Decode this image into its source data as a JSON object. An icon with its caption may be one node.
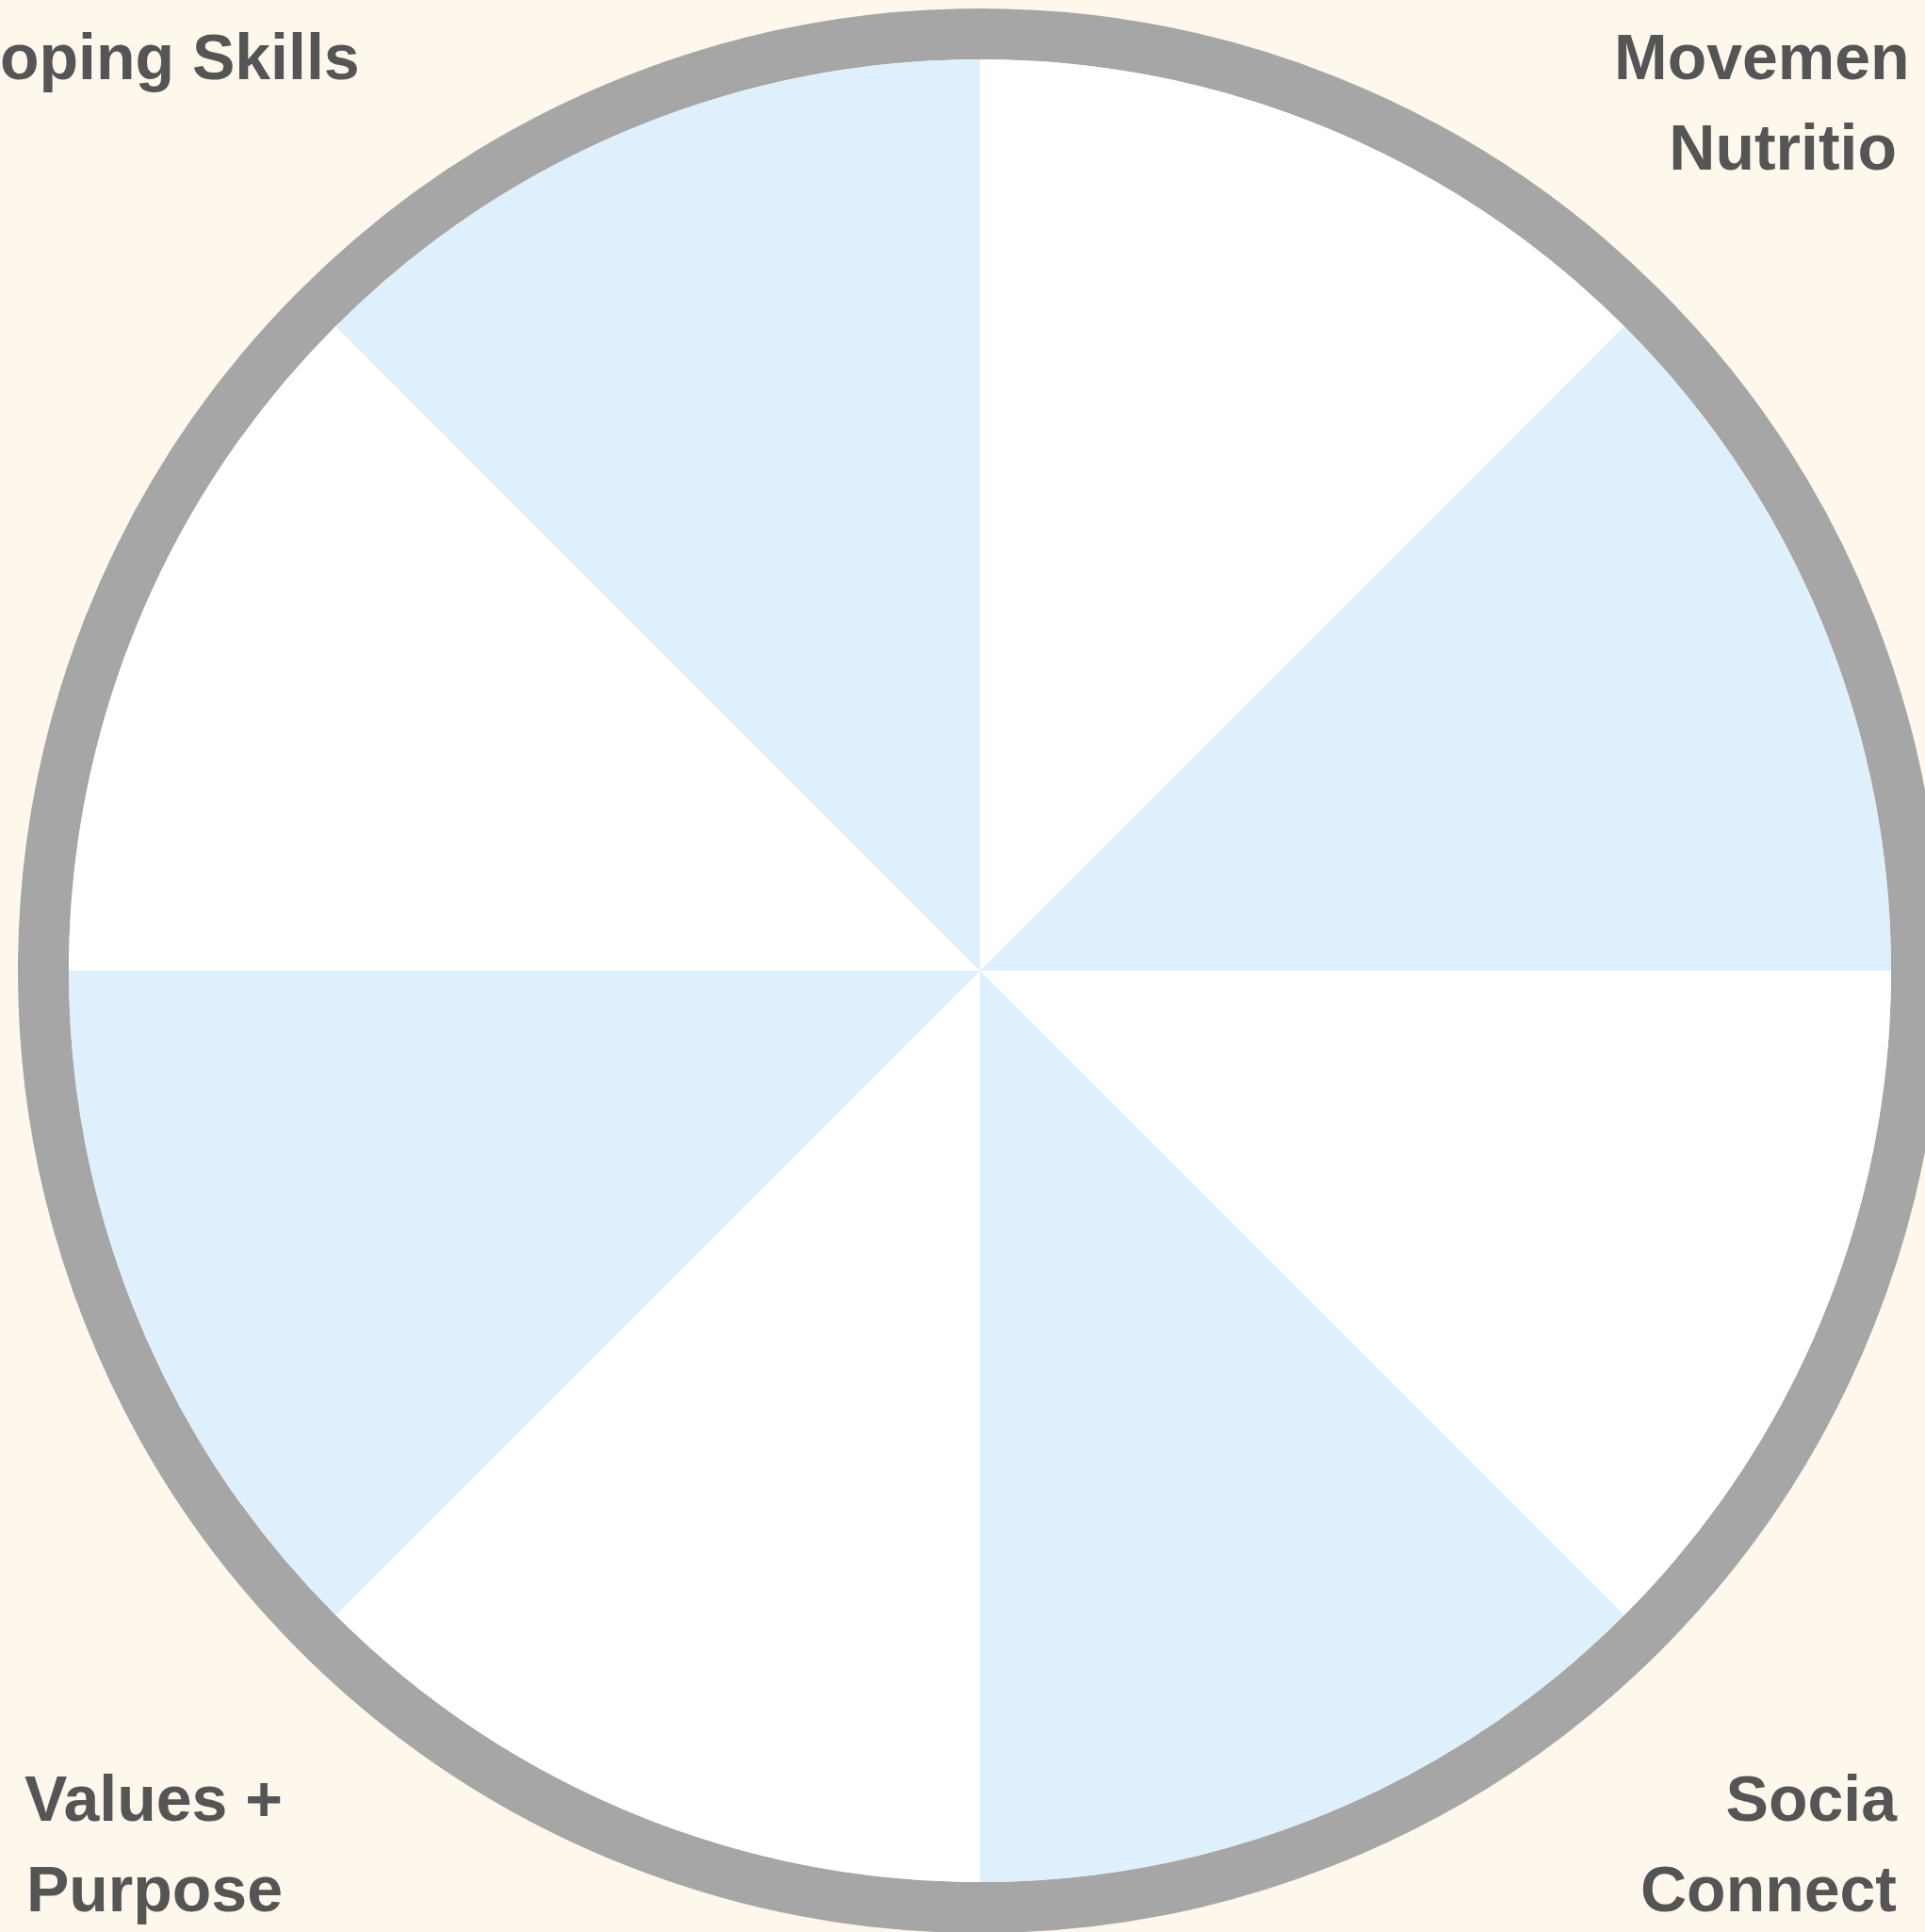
{
  "diagram": {
    "labels": [
      "oping Skills",
      "Movemen Nutritio",
      "Values + Purpose",
      "Socia Connect"
    ]
  }
}
